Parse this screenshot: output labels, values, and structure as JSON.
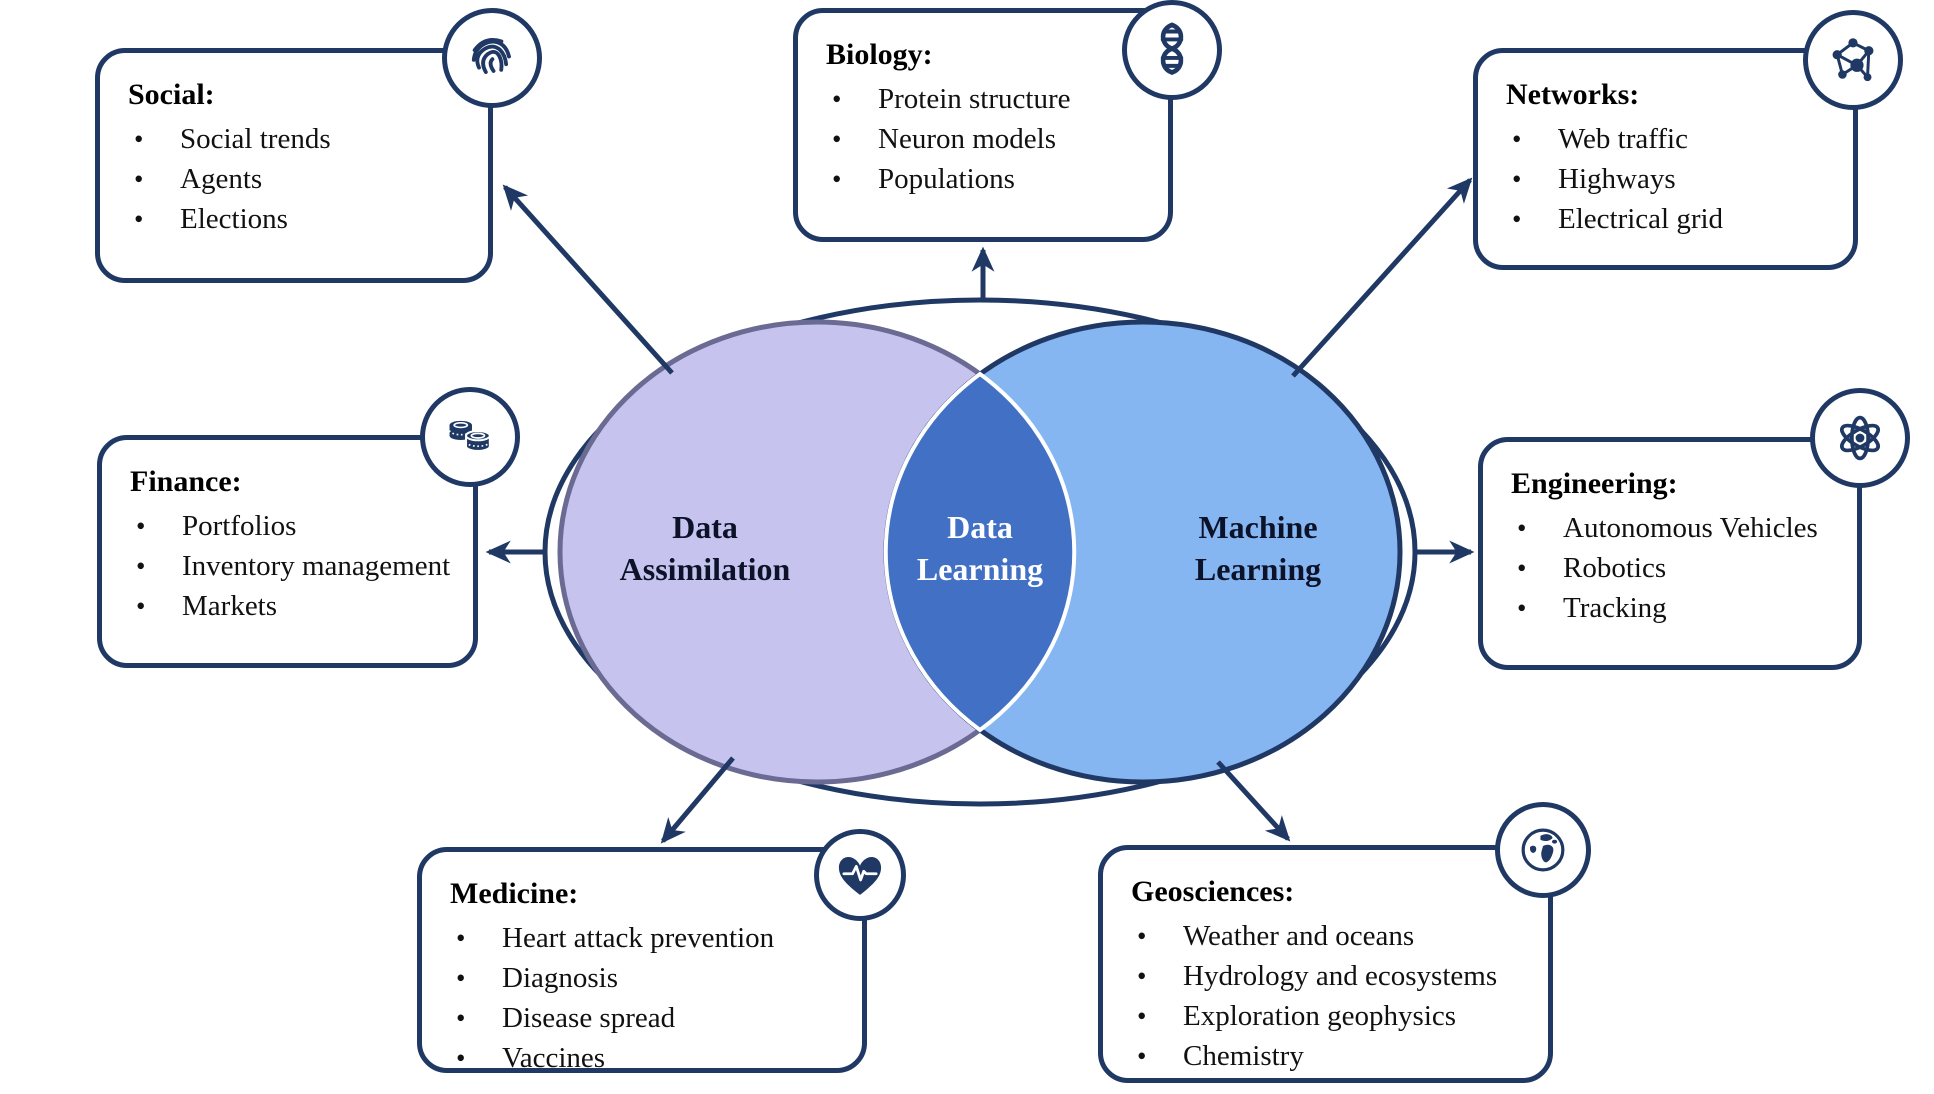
{
  "venn": {
    "left": {
      "label": "Data\nAssimilation"
    },
    "center": {
      "label": "Data\nLearning"
    },
    "right": {
      "label": "Machine\nLearning"
    }
  },
  "boxes": [
    {
      "id": "social",
      "title": "Social:",
      "icon": "fingerprint",
      "items": [
        "Social trends",
        "Agents",
        "Elections"
      ]
    },
    {
      "id": "biology",
      "title": "Biology:",
      "icon": "dna-helix",
      "items": [
        "Protein structure",
        "Neuron models",
        "Populations"
      ]
    },
    {
      "id": "networks",
      "title": "Networks:",
      "icon": "network-graph",
      "items": [
        "Web traffic",
        "Highways",
        "Electrical grid"
      ]
    },
    {
      "id": "finance",
      "title": "Finance:",
      "icon": "coins",
      "items": [
        "Portfolios",
        "Inventory management",
        "Markets"
      ]
    },
    {
      "id": "engineering",
      "title": "Engineering:",
      "icon": "atom",
      "items": [
        "Autonomous Vehicles",
        "Robotics",
        "Tracking"
      ]
    },
    {
      "id": "medicine",
      "title": "Medicine:",
      "icon": "heart-pulse",
      "items": [
        "Heart attack prevention",
        "Diagnosis",
        "Disease spread",
        "Vaccines"
      ]
    },
    {
      "id": "geosciences",
      "title": "Geosciences:",
      "icon": "globe",
      "items": [
        "Weather and oceans",
        "Hydrology and ecosystems",
        "Exploration geophysics",
        "Chemistry"
      ]
    }
  ],
  "colors": {
    "navy": "#1f3864",
    "lavender_fill": "#c6c4ef",
    "lavender_stroke": "#6a6a93",
    "blue_fill": "#85b6f2",
    "lens_fill": "#4170c4",
    "lens_stroke": "#ffffff",
    "text_color": "#111111",
    "label_dark": "#0c1228",
    "label_light": "#ffffff"
  }
}
